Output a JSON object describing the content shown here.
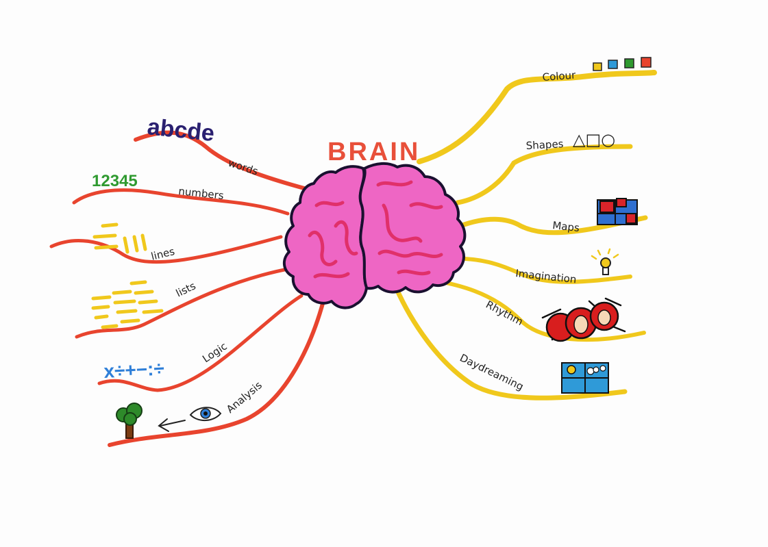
{
  "title": "BRAIN",
  "colors": {
    "left_branch": "#e8442e",
    "right_branch": "#f0c81c",
    "brain_fill": "#ee66c4",
    "brain_outline": "#1a1030",
    "brain_vein": "#e0306a",
    "title": "#e8503a"
  },
  "left_branches": [
    {
      "label": "words",
      "doodle": "abcde"
    },
    {
      "label": "numbers",
      "doodle": "12345"
    },
    {
      "label": "lines",
      "doodle": "line-marks-icon"
    },
    {
      "label": "lists",
      "doodle": "list-marks-icon"
    },
    {
      "label": "Logic",
      "doodle": "x÷+−:÷"
    },
    {
      "label": "Analysis",
      "doodle": "eye-arrow-tree-icon"
    }
  ],
  "right_branches": [
    {
      "label": "Colour",
      "doodle": "colour-squares-icon"
    },
    {
      "label": "Shapes",
      "doodle": "△□○"
    },
    {
      "label": "Maps",
      "doodle": "map-icon"
    },
    {
      "label": "Imagination",
      "doodle": "lightbulb-icon"
    },
    {
      "label": "Rhythm",
      "doodle": "drums-icon"
    },
    {
      "label": "Daydreaming",
      "doodle": "window-icon"
    }
  ]
}
